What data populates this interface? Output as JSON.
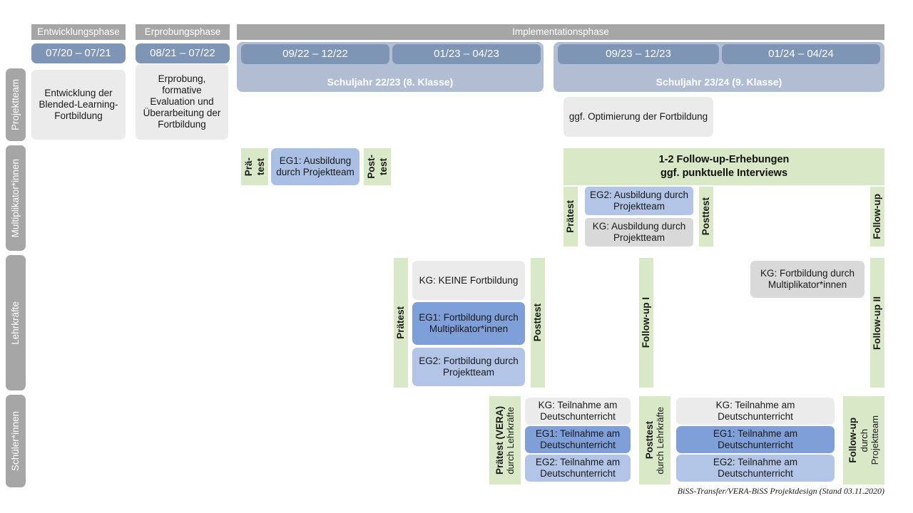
{
  "diagram": {
    "title_note": "BiSS-Transfer/VERA-BiSS Projektdesign (Stand 03.11.2020)"
  },
  "phases": [
    {
      "label": "Entwicklungsphase"
    },
    {
      "label": "Erprobungsphase"
    },
    {
      "label": "Implementationsphase"
    }
  ],
  "periods": [
    {
      "label": "07/20 – 07/21"
    },
    {
      "label": "08/21 – 07/22"
    },
    {
      "label": "09/22 – 12/22"
    },
    {
      "label": "01/23 – 04/23"
    },
    {
      "label": "09/23 – 12/23"
    },
    {
      "label": "01/24 – 04/24"
    }
  ],
  "school_years": [
    {
      "label": "Schuljahr 22/23 (8. Klasse)"
    },
    {
      "label": "Schuljahr 23/24 (9. Klasse)"
    }
  ],
  "rows": [
    {
      "label": "Projektteam"
    },
    {
      "label": "Multiplikator*innen"
    },
    {
      "label": "Lehrkräfte"
    },
    {
      "label": "Schüler*innen"
    }
  ],
  "projektteam": {
    "entwicklung": "Entwicklung der Blended-Learning-Fortbildung",
    "erprobung": "Erprobung, formative Evaluation und Überarbeitung der Fortbildung",
    "optimierung": "ggf. Optimierung der Fortbildung"
  },
  "multiplikatoren": {
    "praetest_line1": "Prä-",
    "praetest_line2": "test",
    "posttest_line1": "Post-",
    "posttest_line2": "test",
    "eg1": "EG1: Ausbildung durch Projektteam",
    "banner_line1": "1-2 Follow-up-Erhebungen",
    "banner_line2": "ggf. punktuelle Interviews",
    "praetest2": "Prätest",
    "posttest2": "Posttest",
    "followup": "Follow-up",
    "eg2": "EG2:  Ausbildung durch Projektteam",
    "kg": "KG: Ausbildung durch Projektteam"
  },
  "lehrkraefte": {
    "praetest": "Prätest",
    "posttest": "Posttest",
    "followup1": "Follow-up I",
    "followup2": "Follow-up II",
    "kg_keine": "KG:  KEINE Fortbildung",
    "eg1": "EG1: Fortbildung durch Multiplikator*innen",
    "eg2": "EG2: Fortbildung durch Projektteam",
    "kg_multi": "KG: Fortbildung durch Multiplikator*innen"
  },
  "schueler": {
    "praetest_main": "Prätest (VERA)",
    "praetest_sub": "durch Lehrkräfte",
    "posttest_main": "Posttest",
    "posttest_sub": "durch Lehrkräfte",
    "followup_main": "Follow-up",
    "followup_sub1": "durch",
    "followup_sub2": "Projektteam",
    "left_kg": "KG: Teilnahme am Deutschunterricht",
    "left_eg1": "EG1: Teilnahme am Deutschunterricht",
    "left_eg2": "EG2: Teilnahme am Deutschunterricht",
    "right_kg": "KG: Teilnahme am Deutschunterricht",
    "right_eg1": "EG1: Teilnahme am Deutschunterricht",
    "right_eg2": "EG2: Teilnahme am Deutschunterricht"
  },
  "colors": {
    "phase_band": "#a6a6a6",
    "date_chip": "#7e95b5",
    "year_band": "#b0bdd3",
    "row_label": "#a6a6a6",
    "green": "#d9e9c7",
    "grey_light": "#ebebeb",
    "grey": "#d9d9d9",
    "blue_dark": "#7f9fd8",
    "blue_light": "#b2c5e7"
  }
}
